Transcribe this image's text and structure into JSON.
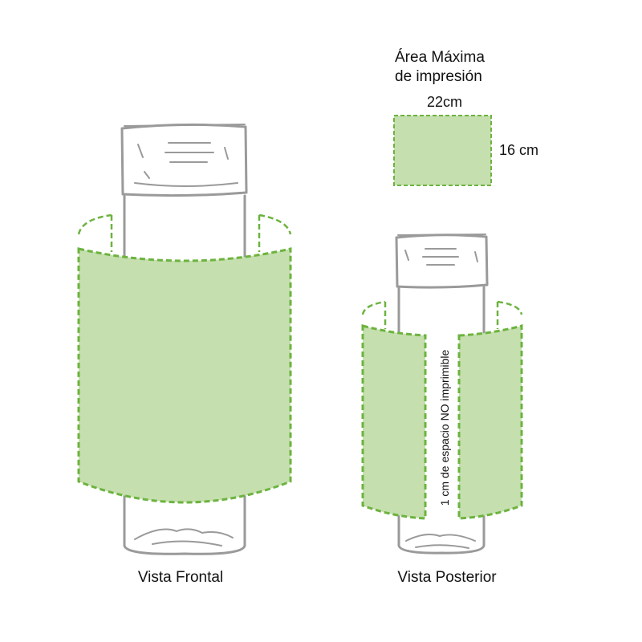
{
  "legend": {
    "title_line1": "Área Máxima",
    "title_line2": "de impresión",
    "width_label": "22cm",
    "height_label": "16 cm"
  },
  "front_view": {
    "caption": "Vista Frontal"
  },
  "back_view": {
    "caption": "Vista Posterior",
    "gap_note": "1 cm de espacio NO imprimible"
  },
  "colors": {
    "print_fill": "#c5dfae",
    "print_border": "#6db33f",
    "bottle_line": "#9a9a9a"
  }
}
